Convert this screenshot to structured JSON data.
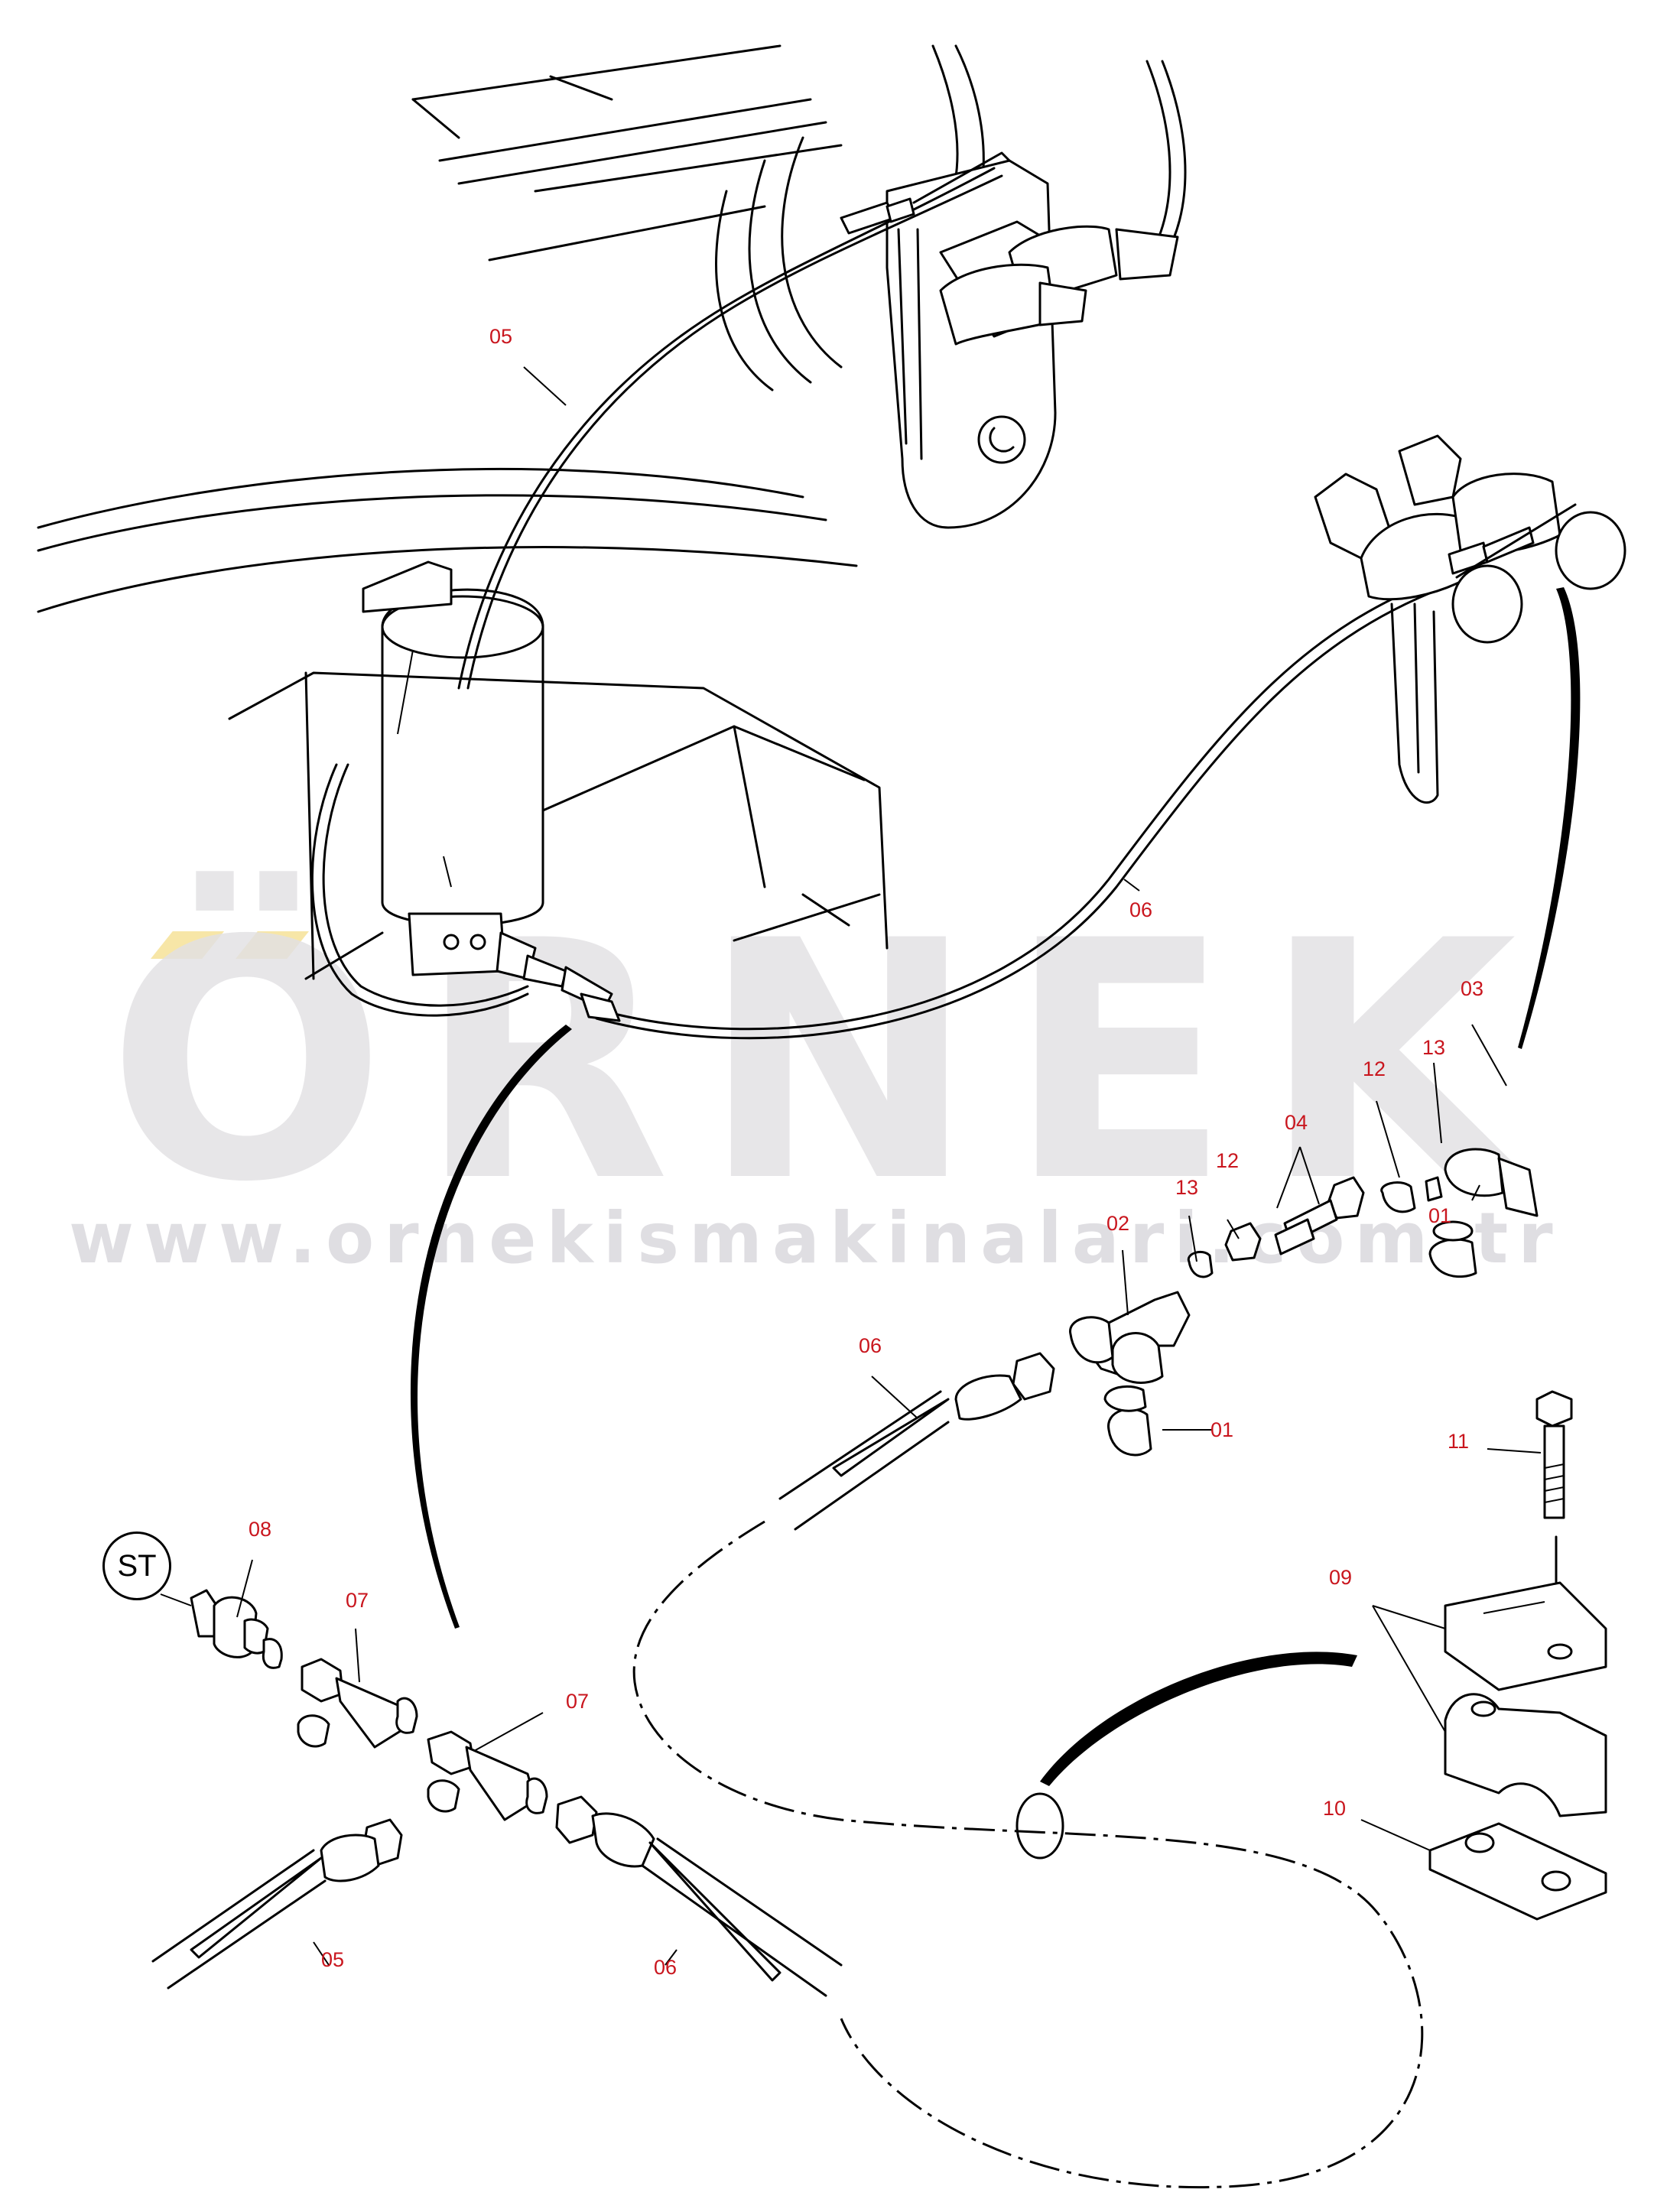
{
  "watermark": {
    "brand": "ÖRNEK",
    "url": "www.ornekismakinalari.com.tr"
  },
  "colors": {
    "callout": "#c9161e",
    "line": "#000000",
    "watermark_gray": "#e2e1e4",
    "watermark_accent": "#f7e6a7"
  },
  "start_marker": {
    "label": "ST"
  },
  "callouts": [
    {
      "id": "c05a",
      "label": "05"
    },
    {
      "id": "c06a",
      "label": "06"
    },
    {
      "id": "c03",
      "label": "03"
    },
    {
      "id": "c12a",
      "label": "12"
    },
    {
      "id": "c13a",
      "label": "13"
    },
    {
      "id": "c04",
      "label": "04"
    },
    {
      "id": "c12b",
      "label": "12"
    },
    {
      "id": "c13b",
      "label": "13"
    },
    {
      "id": "c01a",
      "label": "01"
    },
    {
      "id": "c02",
      "label": "02"
    },
    {
      "id": "c06b",
      "label": "06"
    },
    {
      "id": "c01b",
      "label": "01"
    },
    {
      "id": "c11",
      "label": "11"
    },
    {
      "id": "c08",
      "label": "08"
    },
    {
      "id": "c07a",
      "label": "07"
    },
    {
      "id": "c07b",
      "label": "07"
    },
    {
      "id": "c09",
      "label": "09"
    },
    {
      "id": "c10",
      "label": "10"
    },
    {
      "id": "c05b",
      "label": "05"
    },
    {
      "id": "c06c",
      "label": "06"
    }
  ]
}
